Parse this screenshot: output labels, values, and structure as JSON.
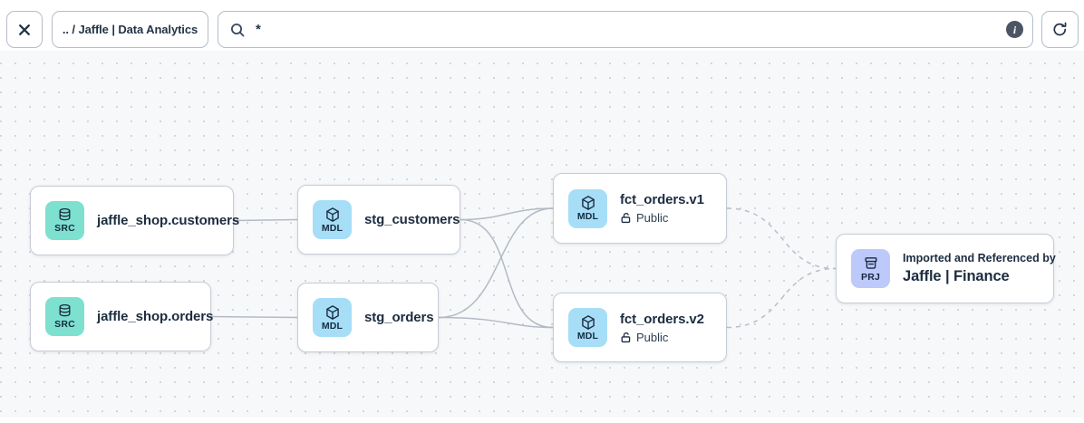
{
  "toolbar": {
    "close_label": "close",
    "breadcrumb_label": ".. / Jaffle | Data Analytics",
    "search": {
      "value": "*",
      "info_label": "i"
    },
    "refresh_label": "refresh"
  },
  "nodes": [
    {
      "id": "src-jaffle-shop-customers",
      "badge": "SRC",
      "icon": "database",
      "title": "jaffle_shop.customers"
    },
    {
      "id": "src-jaffle-shop-orders",
      "badge": "SRC",
      "icon": "database",
      "title": "jaffle_shop.orders"
    },
    {
      "id": "mdl-stg-customers",
      "badge": "MDL",
      "icon": "cube",
      "title": "stg_customers"
    },
    {
      "id": "mdl-stg-orders",
      "badge": "MDL",
      "icon": "cube",
      "title": "stg_orders"
    },
    {
      "id": "mdl-fct-orders-v1",
      "badge": "MDL",
      "icon": "cube",
      "title": "fct_orders.v1",
      "access": "Public"
    },
    {
      "id": "mdl-fct-orders-v2",
      "badge": "MDL",
      "icon": "cube",
      "title": "fct_orders.v2",
      "access": "Public"
    },
    {
      "id": "prj-jaffle-finance",
      "badge": "PRJ",
      "icon": "archive",
      "subtitle": "Imported and Referenced by",
      "title": "Jaffle | Finance"
    }
  ],
  "edges": [
    {
      "from": "jaffle_shop.customers",
      "to": "stg_customers",
      "style": "solid"
    },
    {
      "from": "jaffle_shop.orders",
      "to": "stg_orders",
      "style": "solid"
    },
    {
      "from": "stg_customers",
      "to": "fct_orders.v1",
      "style": "solid"
    },
    {
      "from": "stg_customers",
      "to": "fct_orders.v2",
      "style": "solid"
    },
    {
      "from": "stg_orders",
      "to": "fct_orders.v1",
      "style": "solid"
    },
    {
      "from": "stg_orders",
      "to": "fct_orders.v2",
      "style": "solid"
    },
    {
      "from": "fct_orders.v1",
      "to": "Jaffle | Finance",
      "style": "dashed"
    },
    {
      "from": "fct_orders.v2",
      "to": "Jaffle | Finance",
      "style": "dashed"
    }
  ],
  "colors": {
    "src_badge": "#7ee0cf",
    "mdl_badge": "#a6def7",
    "prj_badge": "#bdc9fa",
    "edge": "#b3bac4",
    "canvas": "#f7f8fa",
    "text": "#1c2c40"
  }
}
